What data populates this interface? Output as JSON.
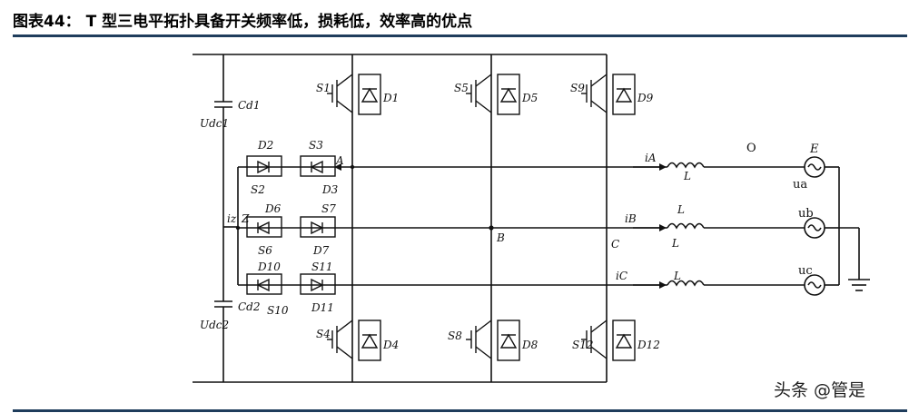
{
  "header": {
    "title": "图表44： T 型三电平拓扑具备开关频率低，损耗低，效率高的优点"
  },
  "watermark": {
    "text": "头条 @管是"
  },
  "diagram": {
    "labels": {
      "s1": "S1",
      "d1": "D1",
      "s5": "S5",
      "d5": "D5",
      "s9": "S9",
      "d9": "D9",
      "s4": "S4",
      "d4": "D4",
      "s8": "S8",
      "d8": "D8",
      "s12": "S12",
      "d12": "D12",
      "d2": "D2",
      "s2": "S2",
      "s3": "S3",
      "d3": "D3",
      "d6": "D6",
      "s6": "S6",
      "s7": "S7",
      "d7": "D7",
      "d10": "D10",
      "s10": "S10",
      "s11": "S11",
      "d11": "D11",
      "cd1": "Cd1",
      "ud1": "Udc1",
      "cd2": "Cd2",
      "ud2": "Udc2",
      "iz": "iz",
      "z": "Z",
      "a": "A",
      "b": "B",
      "c": "C",
      "ia": "iA",
      "ib": "iB",
      "ic": "iC",
      "l_a": "L",
      "l_b": "L",
      "l_b2": "L",
      "l_c": "L",
      "o": "O",
      "e": "E",
      "ua": "ua",
      "ub": "ub",
      "uc": "uc"
    }
  }
}
